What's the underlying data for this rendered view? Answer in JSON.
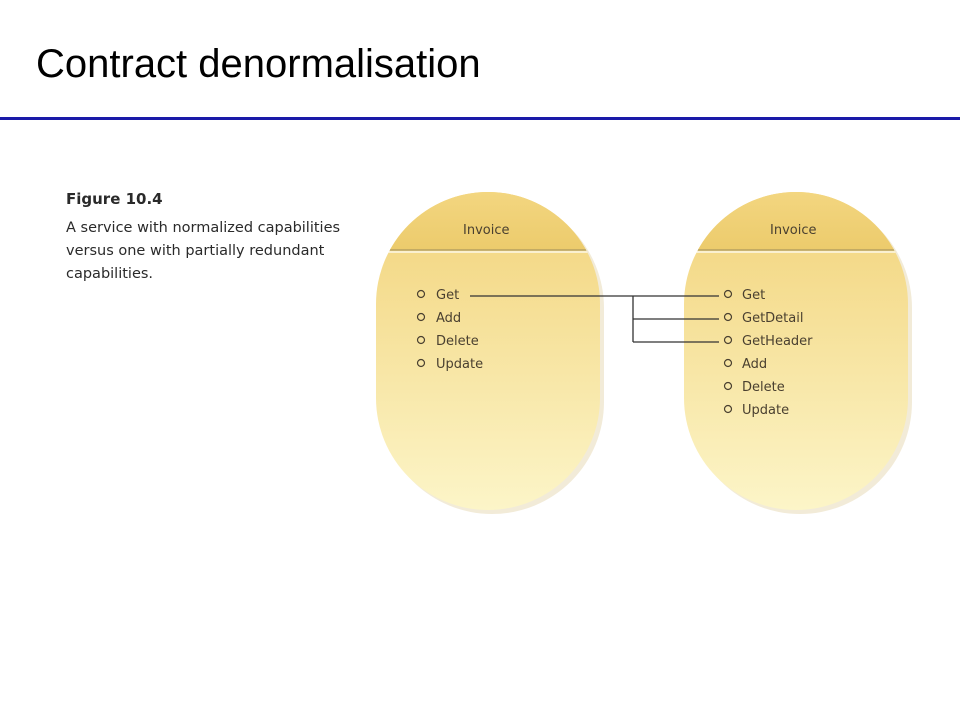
{
  "slide": {
    "title": "Contract denormalisation"
  },
  "figure": {
    "label": "Figure 10.4",
    "caption": "A service with normalized capabilities versus one with partially redundant capabilities."
  },
  "services": [
    {
      "name": "Invoice",
      "capabilities": [
        "Get",
        "Add",
        "Delete",
        "Update"
      ]
    },
    {
      "name": "Invoice",
      "capabilities": [
        "Get",
        "GetDetail",
        "GetHeader",
        "Add",
        "Delete",
        "Update"
      ]
    }
  ],
  "colors": {
    "title_rule": "#1a1aa8",
    "service_fill_top": "#f2d780",
    "service_fill_bottom": "#fbf3c4",
    "service_header": "#f0d27a",
    "connector": "#333333"
  }
}
